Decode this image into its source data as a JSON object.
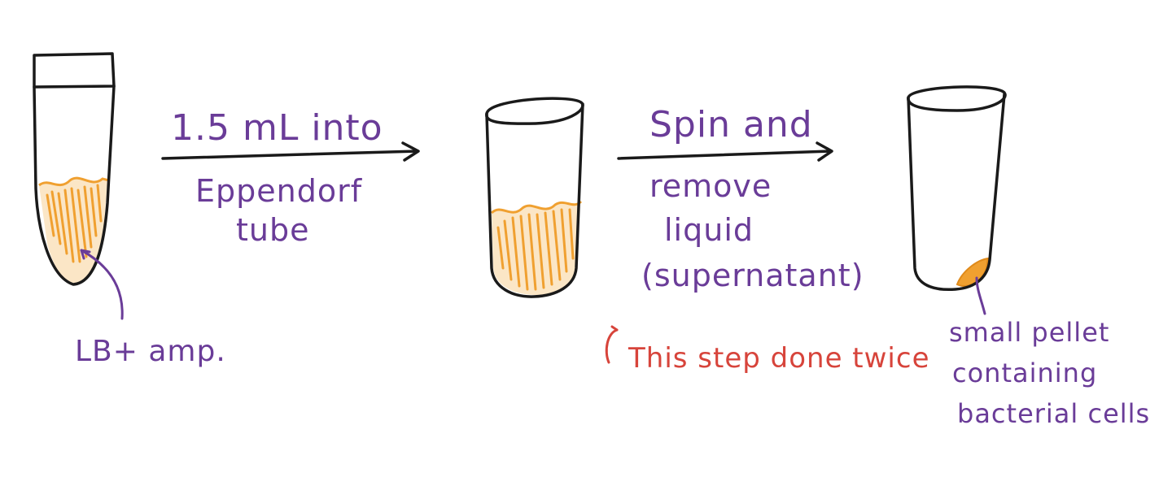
{
  "colors": {
    "ink": "#1a1a1a",
    "label": "#6a3c98",
    "note": "#d7443b",
    "liquid": "#f0a030"
  },
  "labels": {
    "transfer_line1": "1.5 mL into",
    "transfer_line2": "Eppendorf",
    "transfer_line3": "tube",
    "tube1_label": "LB+ amp.",
    "spin_line1": "Spin and",
    "spin_line2": "remove",
    "spin_line3": "liquid",
    "spin_line4": "(supernatant)",
    "note": "This step done twice",
    "pellet_line1": "small pellet",
    "pellet_line2": "containing",
    "pellet_line3": "bacterial cells"
  }
}
